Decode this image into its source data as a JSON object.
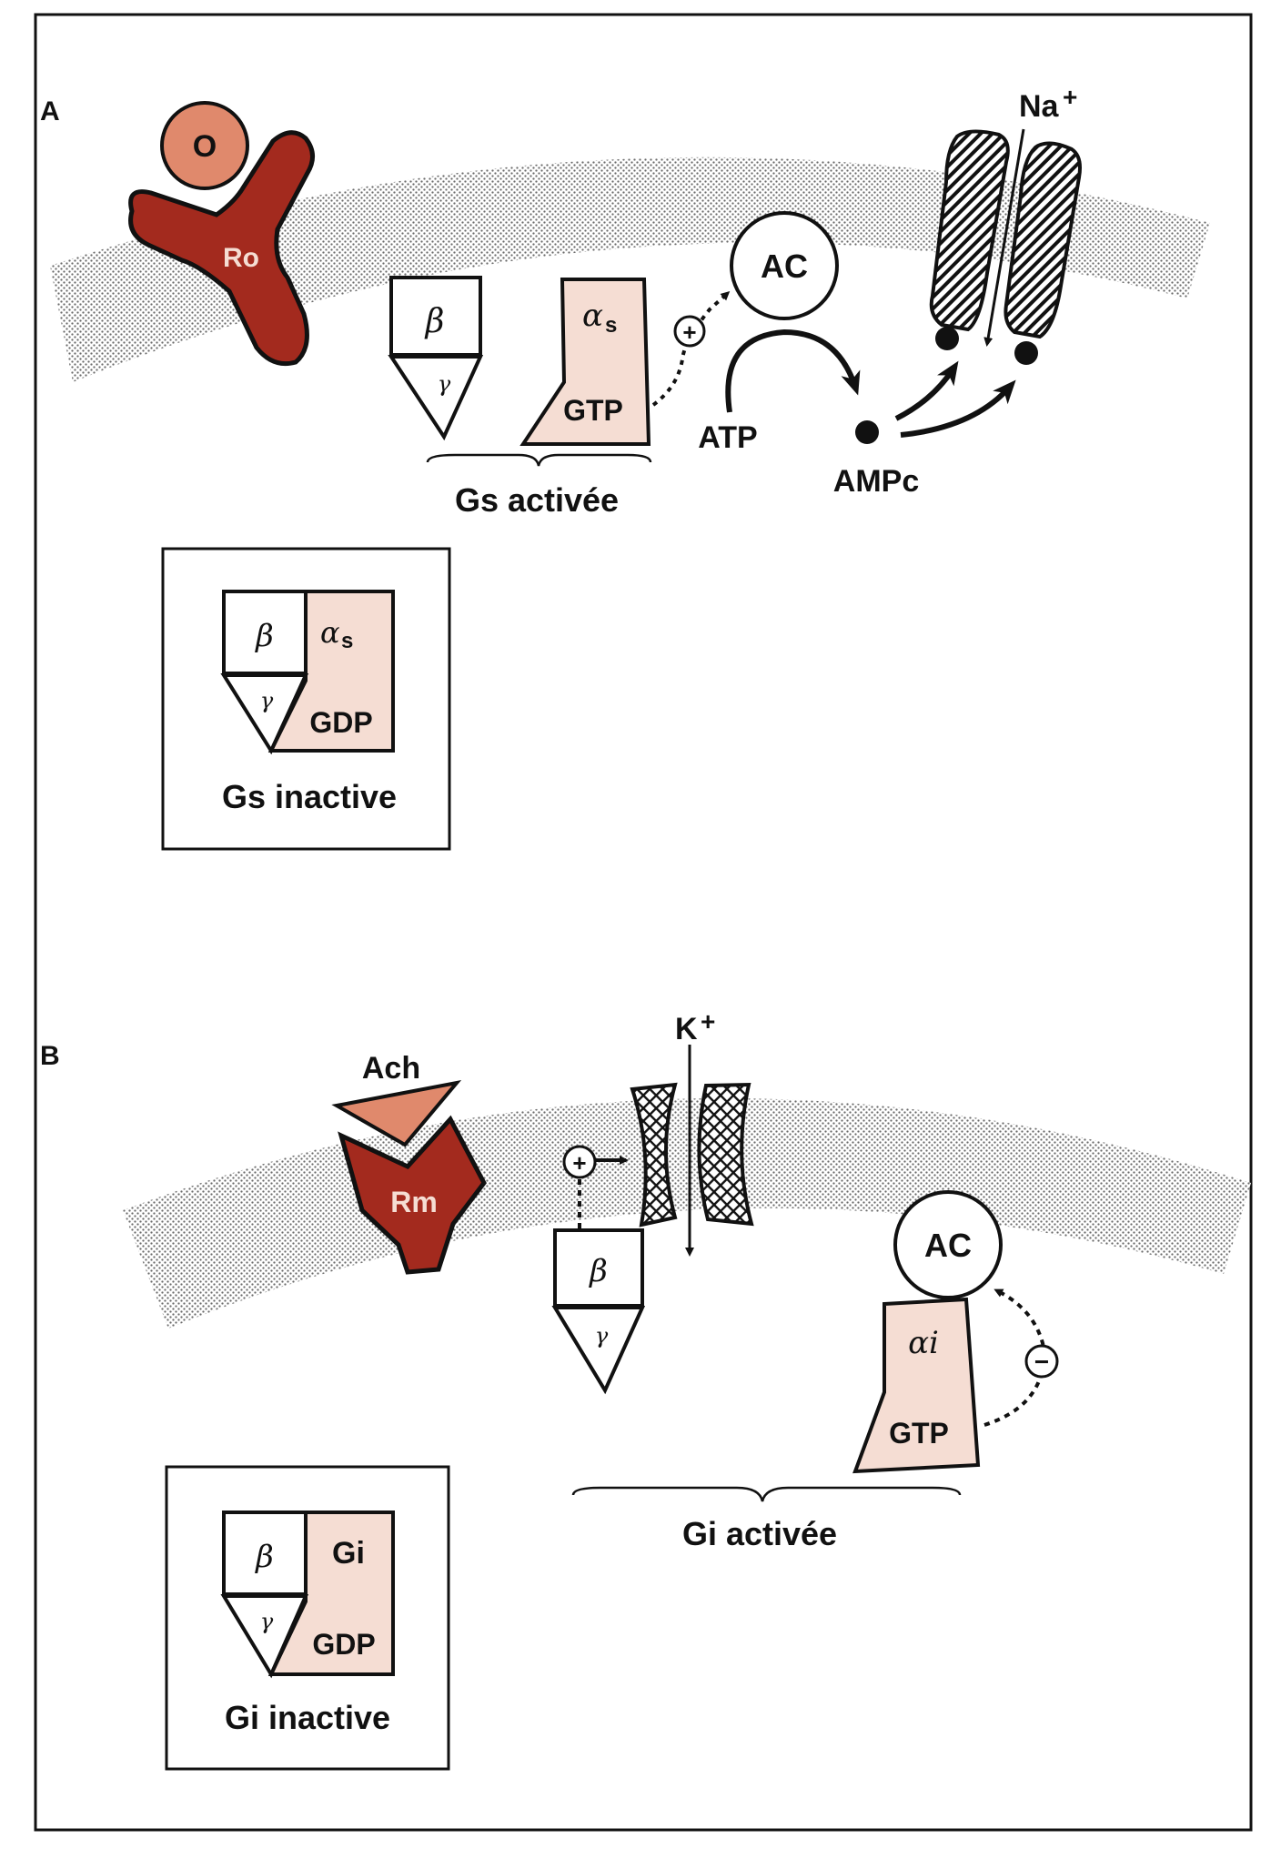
{
  "colors": {
    "receptor": "#a32a1e",
    "ligand": "#e0896c",
    "subunit_alpha": "#f5ddd3",
    "membrane_dot": "#6b6b6b",
    "ink": "#111111"
  },
  "panel_a": {
    "label": "A",
    "ligand": "O",
    "receptor": "Ro",
    "beta": "β",
    "gamma": "γ",
    "alpha": "α",
    "alpha_sub": "s",
    "gtp": "GTP",
    "ac": "AC",
    "atp": "ATP",
    "camp": "AMPc",
    "ion": "Na",
    "ion_charge": "+",
    "plus": "+",
    "complex_label": "Gs activée",
    "inactive": {
      "beta": "β",
      "gamma": "γ",
      "alpha": "α",
      "alpha_sub": "s",
      "gdp": "GDP",
      "label": "Gs inactive"
    }
  },
  "panel_b": {
    "label": "B",
    "ligand": "Ach",
    "receptor": "Rm",
    "beta": "β",
    "gamma": "γ",
    "alpha": "αi",
    "gtp": "GTP",
    "ac": "AC",
    "ion": "K",
    "ion_charge": "+",
    "plus": "+",
    "minus": "−",
    "complex_label": "Gi activée",
    "inactive": {
      "beta": "β",
      "gamma": "γ",
      "alpha": "Gi",
      "gdp": "GDP",
      "label": "Gi inactive"
    }
  }
}
